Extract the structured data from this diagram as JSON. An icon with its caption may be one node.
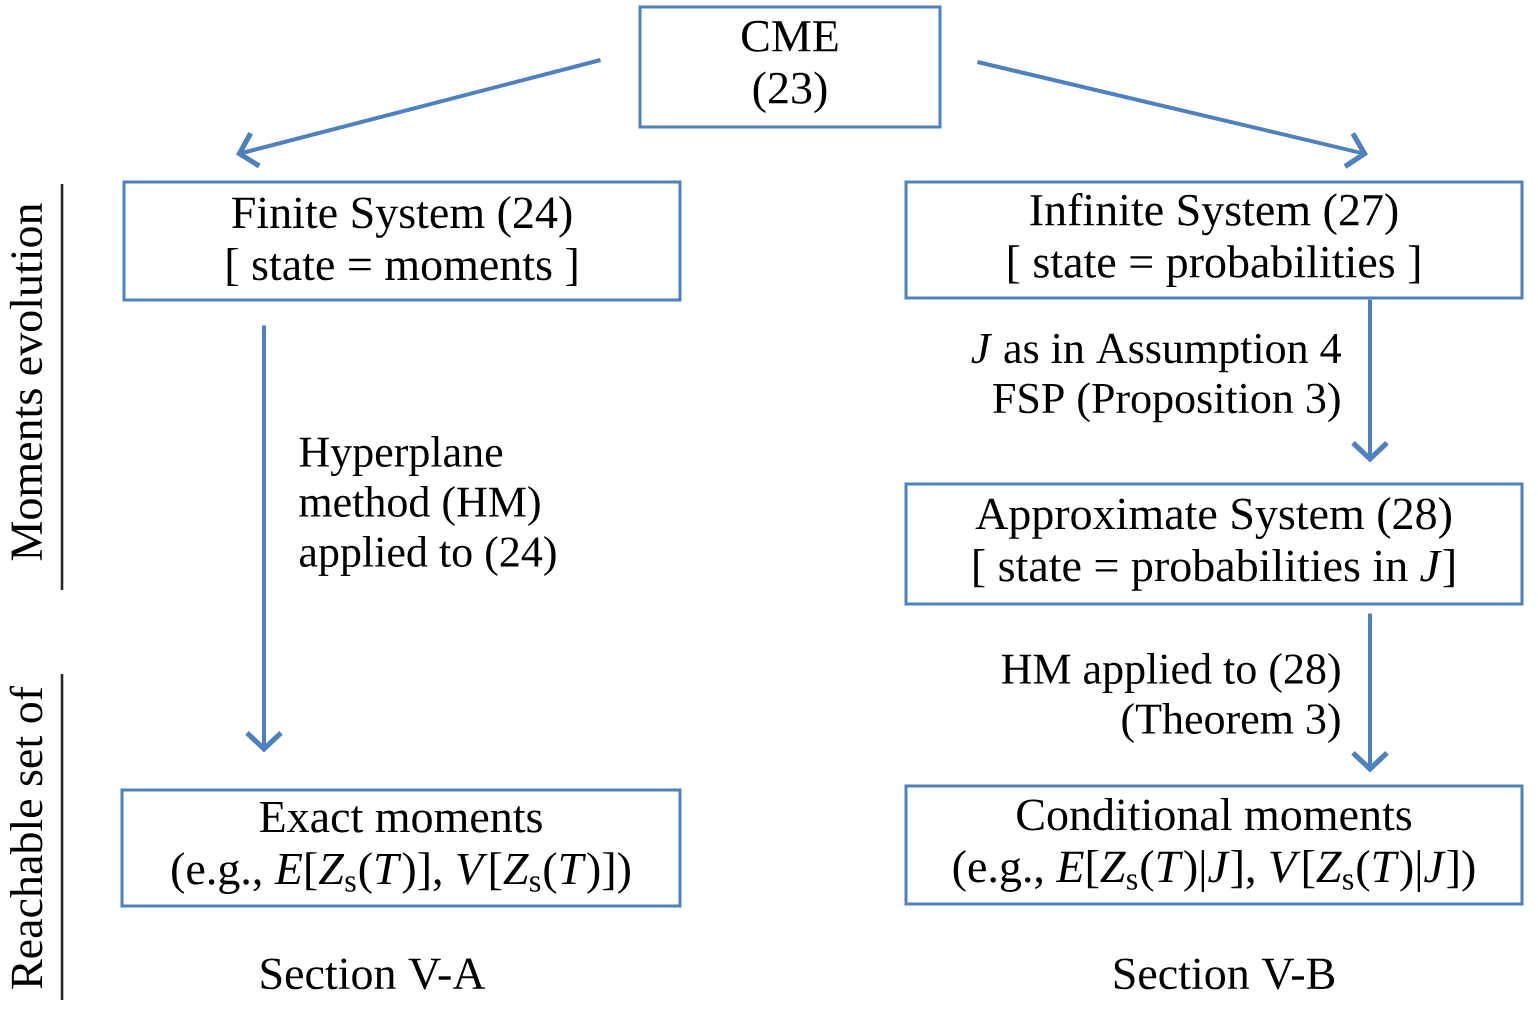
{
  "diagram": {
    "nodes": [
      {
        "text": [
          "CME",
          "(23)"
        ]
      },
      {
        "text": [
          "Finite System (24)",
          "[ state = moments ]"
        ]
      },
      {
        "text": [
          "Infinite System (27)",
          "[ state = probabilities ]"
        ]
      },
      {
        "text": [
          "Approximate System (28)",
          "[ state = probabilities in *J*]"
        ]
      },
      {
        "text": [
          "Exact moments",
          "(e.g., *E*[*Z*$_{s}$(*T*)], *V*[*Z*$_{s}$(*T*)])"
        ]
      },
      {
        "text": [
          "Conditional moments",
          "(e.g., *E*[*Z*$_{s}$(*T*)|*J*], *V*[*Z*$_{s}$(*T*)|*J*])"
        ]
      }
    ],
    "edges": [
      {
        "from": 0,
        "to": 1,
        "arrow": "to"
      },
      {
        "from": 0,
        "to": 2,
        "arrow": "to"
      },
      {
        "from": 1,
        "to": 4,
        "arrow": "to",
        "label": "Hyperplane method (HM) applied to (24)"
      },
      {
        "from": 2,
        "to": 3,
        "arrow": "to",
        "label": "*J* as in Assumption 4 FSP (Proposition 3)"
      },
      {
        "from": 3,
        "to": 5,
        "arrow": "to",
        "label": "HM applied to (28) (Theorem 3)"
      }
    ],
    "labels": [
      "Moments evolution",
      "Reachable set of",
      "Section V-A",
      "Section V-B"
    ]
  }
}
